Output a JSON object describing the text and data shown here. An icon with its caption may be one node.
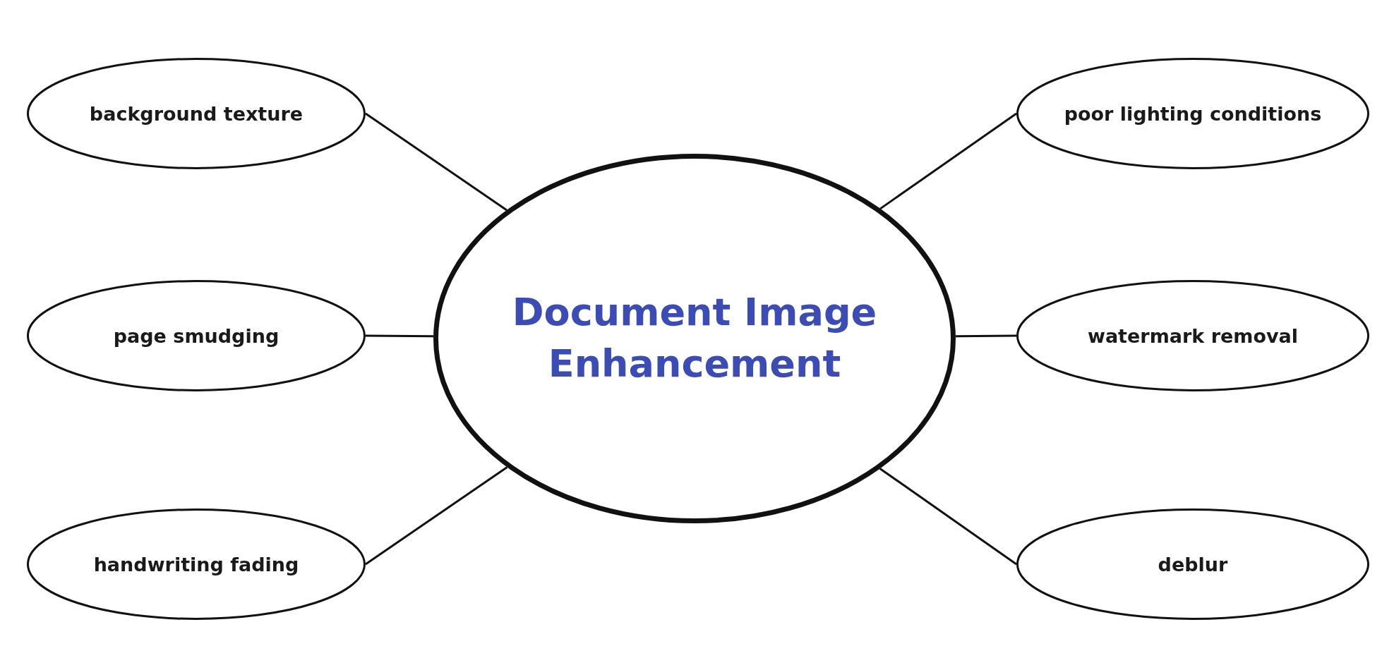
{
  "diagram": {
    "nodes": [
      {
        "text": [
          "background texture"
        ]
      },
      {
        "text": [
          "poor lighting conditions"
        ]
      },
      {
        "text": [
          "page smudging"
        ]
      },
      {
        "text": [
          "Document Image Enhancement"
        ]
      },
      {
        "text": [
          "watermark removal"
        ]
      },
      {
        "text": [
          "handwriting fading"
        ]
      },
      {
        "text": [
          "deblur"
        ]
      }
    ],
    "edges": [
      {
        "from": 3,
        "to": 0,
        "arrow": "none"
      },
      {
        "from": 3,
        "to": 2,
        "arrow": "none"
      },
      {
        "from": 3,
        "to": 5,
        "arrow": "none"
      },
      {
        "from": 3,
        "to": 1,
        "arrow": "none"
      },
      {
        "from": 3,
        "to": 4,
        "arrow": "none"
      },
      {
        "from": 3,
        "to": 6,
        "arrow": "none"
      }
    ]
  }
}
